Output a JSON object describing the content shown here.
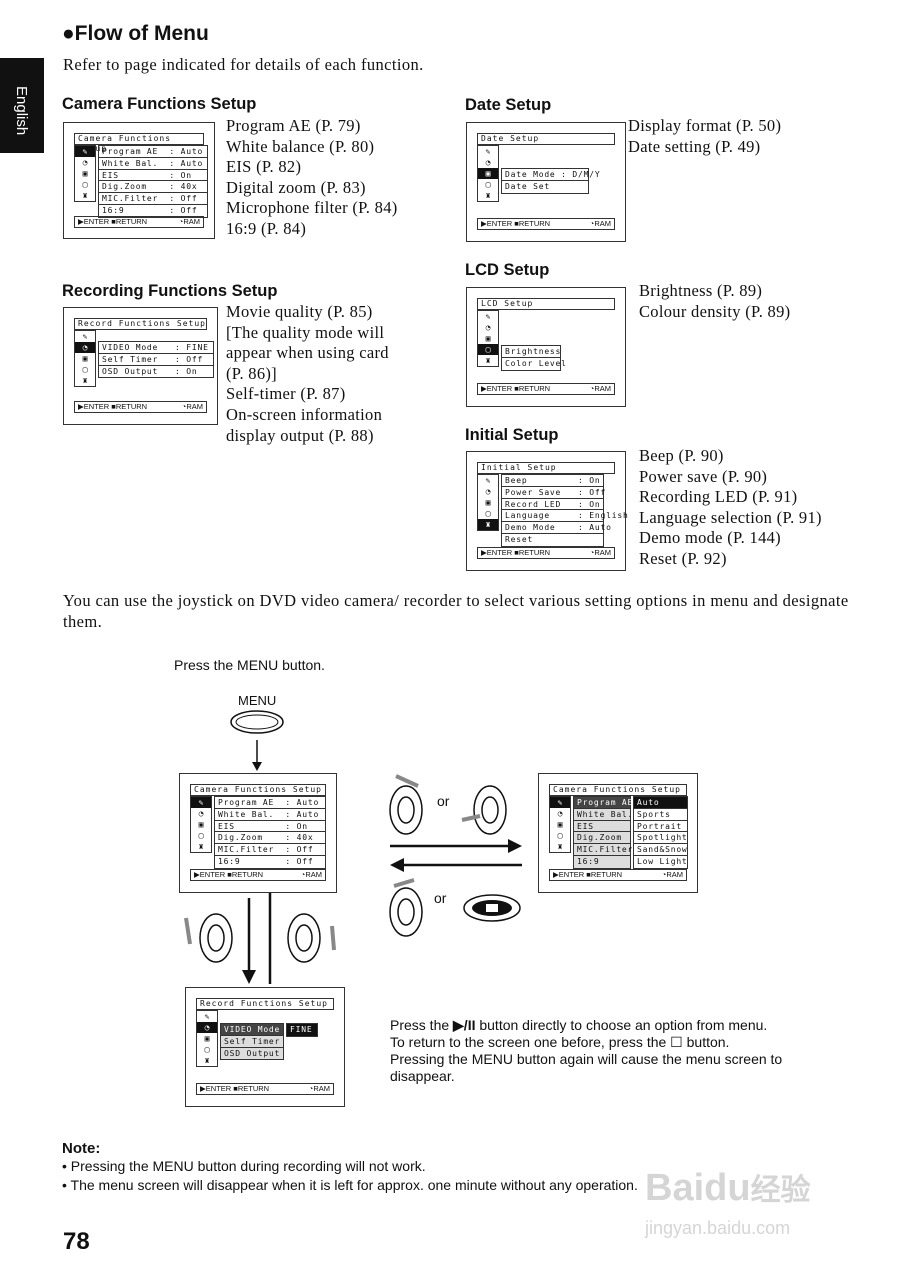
{
  "page": {
    "title": "●Flow of Menu",
    "intro": "Refer to page indicated for details of each function.",
    "side_tab": "English",
    "page_number": "78"
  },
  "camera_setup": {
    "heading": "Camera Functions Setup",
    "refs": [
      "Program AE (P. 79)",
      "White balance (P. 80)",
      "EIS (P. 82)",
      "Digital zoom (P. 83)",
      "Microphone filter (P. 84)",
      "16:9 (P. 84)"
    ],
    "screen_title": "Camera Functions Setup",
    "rows": [
      "Program AE  : Auto",
      "White Bal.  : Auto",
      "EIS         : On",
      "Dig.Zoom    : 40x",
      "MIC.Filter  : Off",
      "16:9        : Off"
    ]
  },
  "recording_setup": {
    "heading": "Recording Functions Setup",
    "refs": [
      "Movie quality (P. 85)",
      "[The quality mode will",
      "appear when using card",
      "(P. 86)]",
      "Self-timer (P. 87)",
      "On-screen information",
      "display output (P. 88)"
    ],
    "screen_title": "Record Functions Setup",
    "rows": [
      "VIDEO Mode   : FINE",
      "Self Timer   : Off",
      "OSD Output   : On"
    ]
  },
  "date_setup": {
    "heading": "Date Setup",
    "refs": [
      "Display format (P. 50)",
      "Date setting (P. 49)"
    ],
    "screen_title": "Date Setup",
    "rows": [
      "Date Mode : D/M/Y",
      "Date Set"
    ]
  },
  "lcd_setup": {
    "heading": "LCD Setup",
    "refs": [
      "Brightness (P. 89)",
      "Colour density (P. 89)"
    ],
    "screen_title": "LCD Setup",
    "rows": [
      "Brightness",
      "Color Level"
    ]
  },
  "initial_setup": {
    "heading": "Initial Setup",
    "refs": [
      "Beep (P. 90)",
      "Power save (P. 90)",
      "Recording LED (P. 91)",
      "Language selection (P. 91)",
      "Demo mode (P. 144)",
      "Reset (P. 92)"
    ],
    "screen_title": "Initial Setup",
    "rows": [
      "Beep         : On",
      "Power Save   : Off",
      "Record LED   : On",
      "Language     : English",
      "Demo Mode    : Auto",
      "Reset"
    ]
  },
  "footer_labels": {
    "enter": "ENTER",
    "return": "RETURN",
    "ram": "RAM"
  },
  "joystick_text": "You can use the joystick on DVD video camera/ recorder to select various setting options in menu and designate them.",
  "diagram": {
    "press_menu": "Press the MENU button.",
    "menu_button": "MENU",
    "or1": "or",
    "or2": "or",
    "camera_screen_rows": [
      "Program AE  : Auto",
      "White Bal.  : Auto",
      "EIS         : On",
      "Dig.Zoom    : 40x",
      "MIC.Filter  : Off",
      "16:9        : Off"
    ],
    "options_screen_left": [
      "Program AE",
      "White Bal.",
      "EIS",
      "Dig.Zoom",
      "MIC.Filter",
      "16:9"
    ],
    "options_screen_right": [
      "Auto",
      "Sports",
      "Portrait",
      "Spotlight",
      "Sand&Snow",
      "Low Light"
    ],
    "record_screen_rows": [
      "VIDEO Mode",
      "Self Timer",
      "OSD Output"
    ],
    "record_screen_value": "FINE",
    "instruction_1a": "Press the",
    "instruction_1b": "button directly to choose an option from menu.",
    "instruction_2a": "To return to the screen one before, press the",
    "instruction_2b": "button.",
    "instruction_3": "Pressing the MENU button again will cause the menu screen to disappear."
  },
  "note": {
    "heading": "Note:",
    "bullets": [
      "Pressing the MENU button during recording will not work.",
      "The menu screen will disappear when it is left for approx. one minute without any operation."
    ]
  },
  "watermark": {
    "text1": "Baidu",
    "text2": "经验",
    "url": "jingyan.baidu.com"
  }
}
